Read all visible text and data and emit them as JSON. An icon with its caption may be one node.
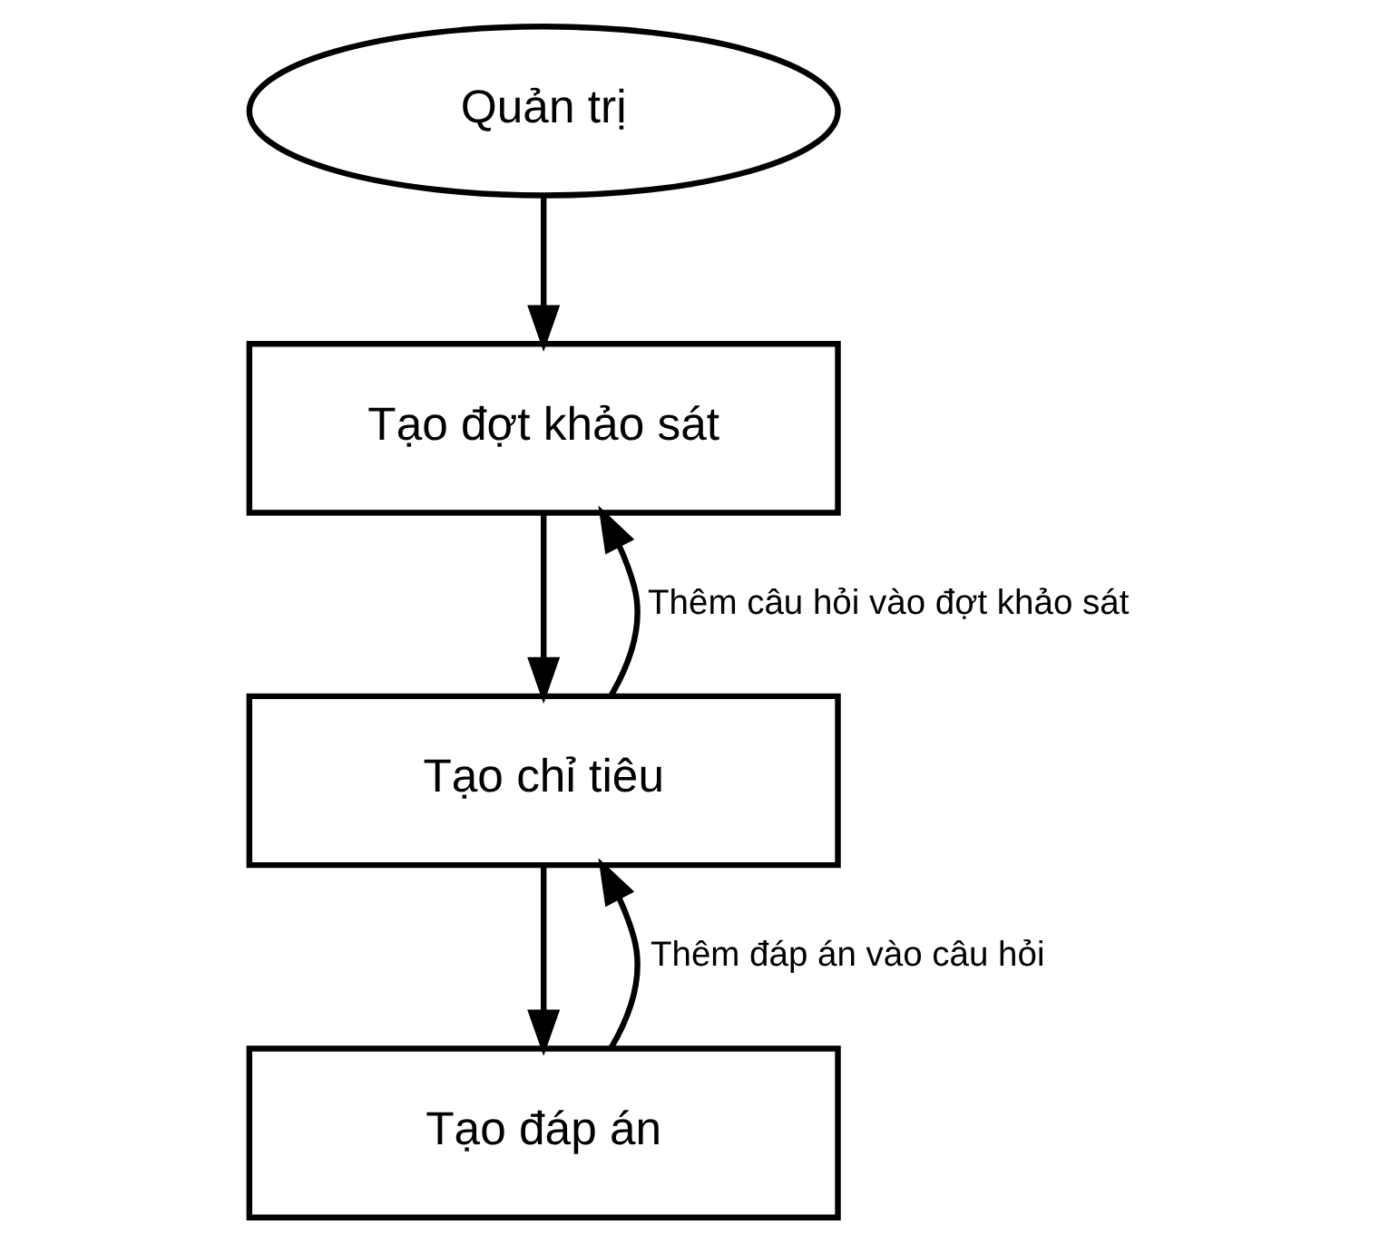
{
  "diagram": {
    "nodes": [
      {
        "text": [
          "Quản trị"
        ]
      },
      {
        "text": [
          "Tạo đợt khảo sát"
        ]
      },
      {
        "text": [
          "Tạo chỉ tiêu"
        ]
      },
      {
        "text": [
          "Tạo đáp án"
        ]
      }
    ],
    "edges": [
      {
        "from": 0,
        "to": 1,
        "arrow": "to"
      },
      {
        "from": 1,
        "to": 2,
        "arrow": "to"
      },
      {
        "from": 2,
        "to": 1,
        "arrow": "to",
        "label": "Thêm câu hỏi vào đợt khảo sát"
      },
      {
        "from": 2,
        "to": 3,
        "arrow": "to"
      },
      {
        "from": 3,
        "to": 2,
        "arrow": "to",
        "label": "Thêm đáp án vào câu hỏi"
      }
    ]
  }
}
